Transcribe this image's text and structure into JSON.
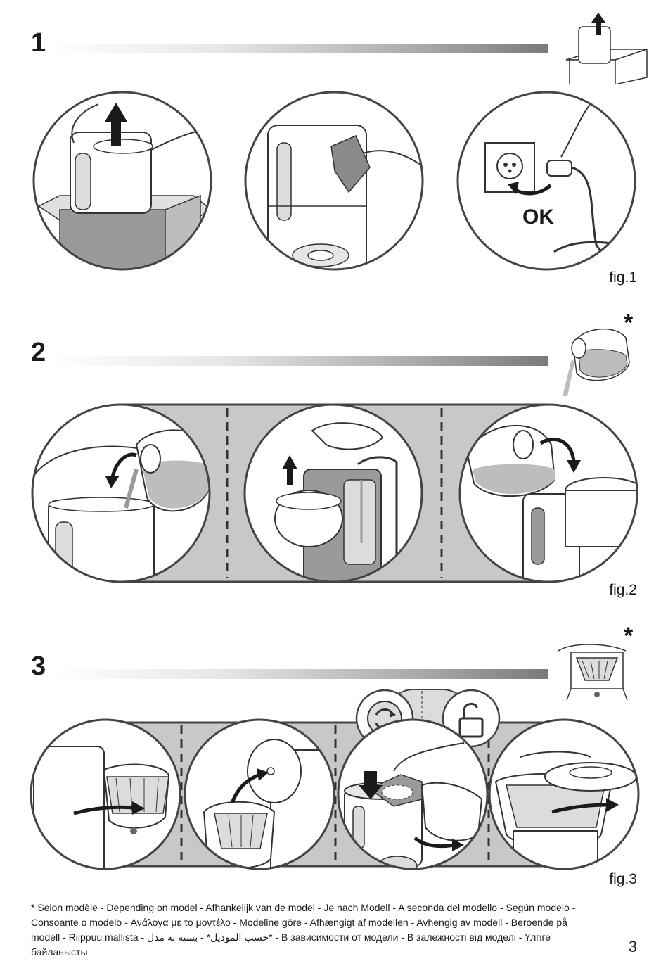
{
  "steps": [
    {
      "number": "1",
      "figure": "fig.1",
      "ok_label": "OK",
      "asterisk": ""
    },
    {
      "number": "2",
      "figure": "fig.2",
      "asterisk": "*"
    },
    {
      "number": "3",
      "figure": "fig.3",
      "asterisk": "*"
    }
  ],
  "footnote": "* Selon modèle - Depending on model - Afhankelijk van de model - Je nach Modell - A seconda del modello - Según modelo - Consoante o modelo - Ανάλογα με το μοντέλο - Modeline göre - Afhængigt af modellen - Avhengig av modell - Beroende på modell - Riippuu mallista - حسب الموديل* - بسته به مدل* - В зависимости от модели - В залежності від моделі - Үлгіге байланысты",
  "page_number": "3",
  "colors": {
    "ink": "#1a1a1a",
    "panel_gray": "#c8c8c8",
    "light_gray": "#e6e6e6"
  }
}
